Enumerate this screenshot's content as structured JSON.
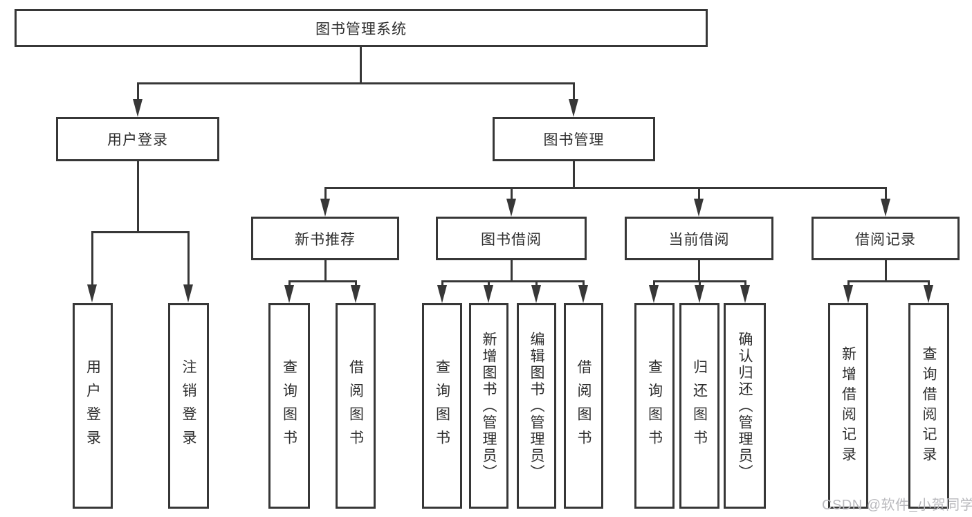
{
  "colors": {
    "line": "#373737",
    "text": "#2e2e2e",
    "watermark": "#b9b9bd",
    "background": "#ffffff"
  },
  "tree": {
    "root": {
      "label": "图书管理系统"
    },
    "branches": [
      {
        "label": "用户登录",
        "children": [
          {
            "label": "用户登录"
          },
          {
            "label": "注销登录"
          }
        ]
      },
      {
        "label": "图书管理",
        "children": [
          {
            "label": "新书推荐",
            "children": [
              {
                "label": "查询图书"
              },
              {
                "label": "借阅图书"
              }
            ]
          },
          {
            "label": "图书借阅",
            "children": [
              {
                "label": "查询图书"
              },
              {
                "label": "新增图书（管理员）"
              },
              {
                "label": "编辑图书（管理员）"
              },
              {
                "label": "借阅图书"
              }
            ]
          },
          {
            "label": "当前借阅",
            "children": [
              {
                "label": "查询图书"
              },
              {
                "label": "归还图书"
              },
              {
                "label": "确认归还（管理员）"
              }
            ]
          },
          {
            "label": "借阅记录",
            "children": [
              {
                "label": "新增借阅记录"
              },
              {
                "label": "查询借阅记录"
              }
            ]
          }
        ]
      }
    ]
  },
  "watermark": {
    "text": "CSDN @软件_小贺同学"
  }
}
